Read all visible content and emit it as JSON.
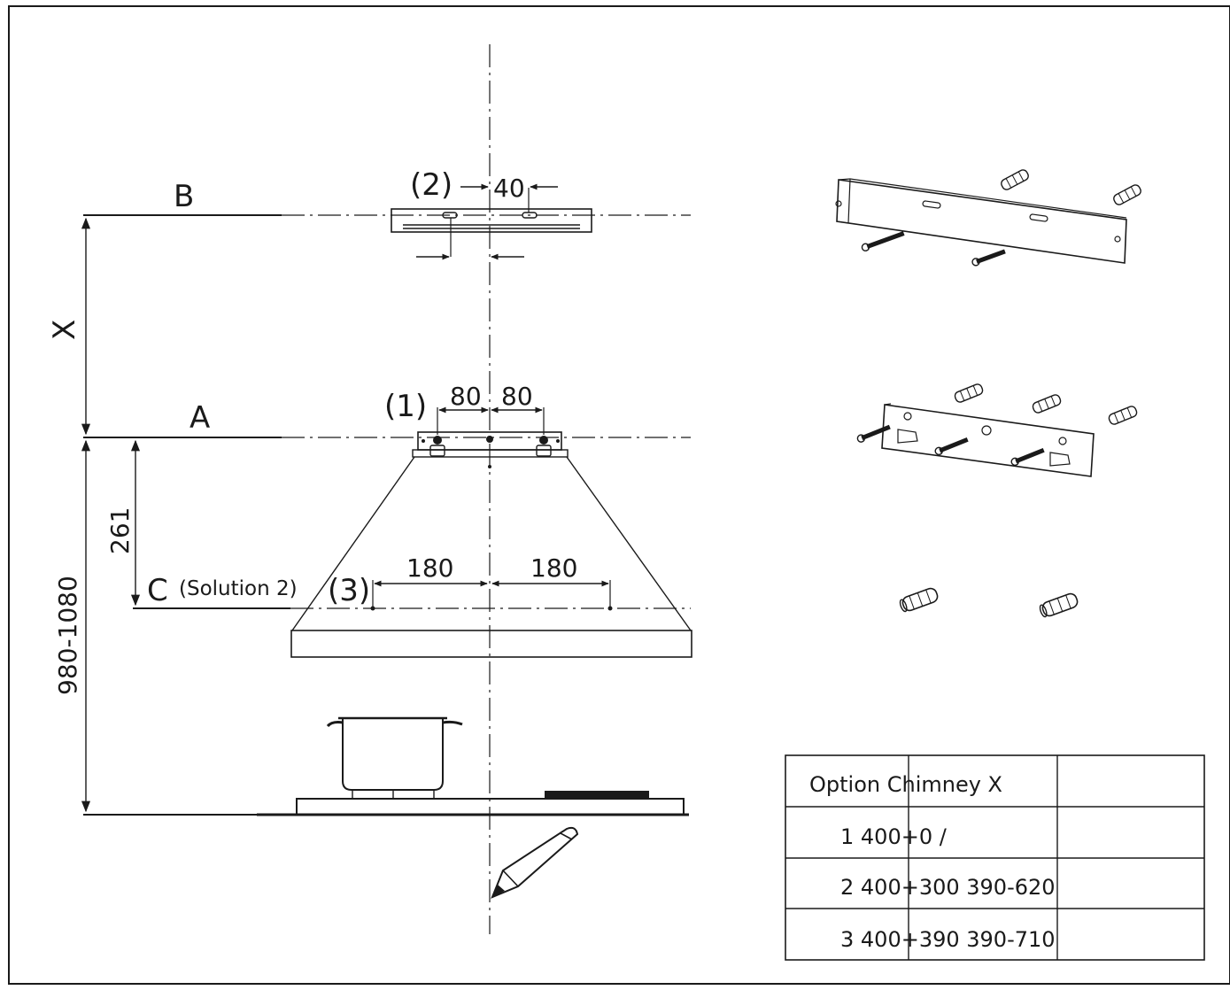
{
  "labels": {
    "B": "B",
    "A": "A",
    "C": "C",
    "x": "X",
    "solution": "(Solution 2)",
    "mark1": "(1)",
    "mark2": "(2)",
    "mark3": "(3)"
  },
  "dimensions": {
    "bracket_gap": "40",
    "left_80": "80",
    "right_80": "80",
    "left_180": "180",
    "right_180": "180",
    "height_261": "261",
    "height_total": "980-1080"
  },
  "table": {
    "header": "Option Chimney X",
    "rows": [
      "1 400+0 /",
      "2 400+300 390-620",
      "3 400+390 390-710"
    ]
  }
}
